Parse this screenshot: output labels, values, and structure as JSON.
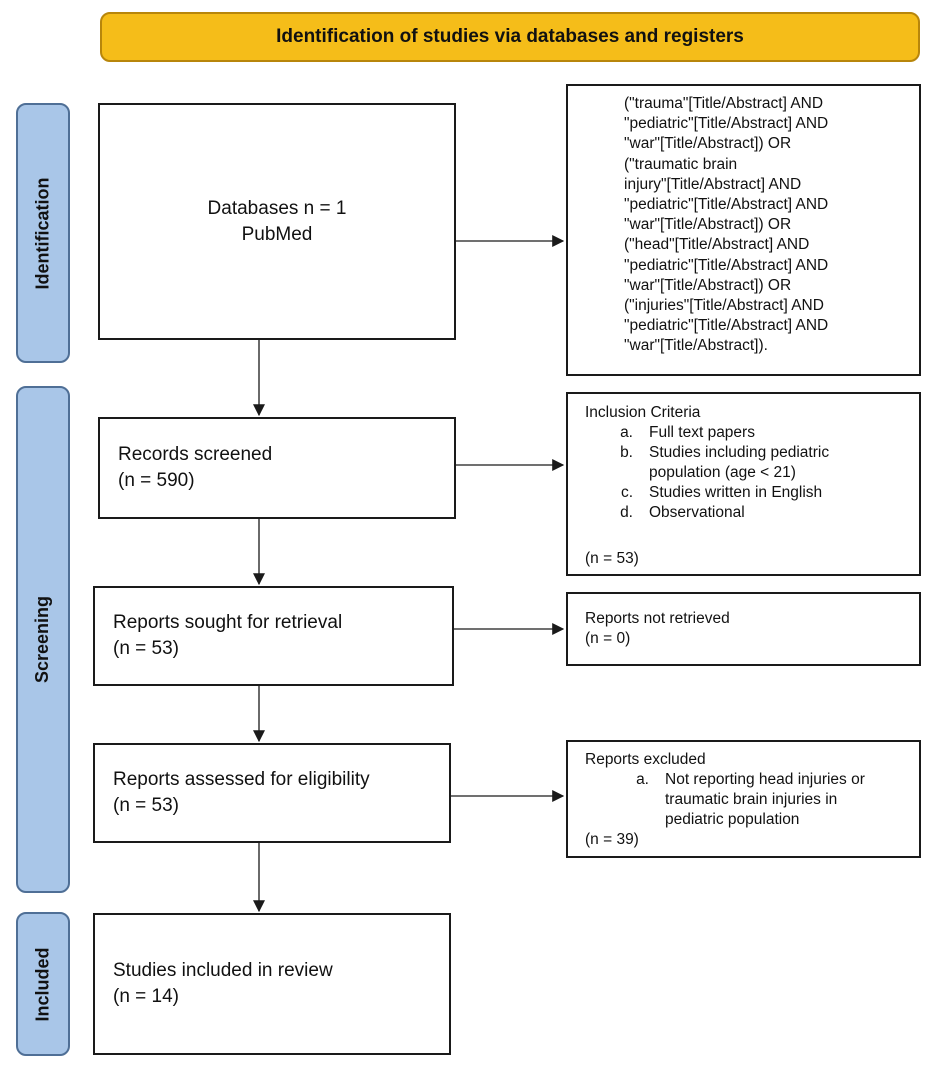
{
  "header": {
    "title": "Identification of studies via databases and registers"
  },
  "stages": {
    "identification": "Identification",
    "screening": "Screening",
    "included": "Included"
  },
  "databases": {
    "line1": "Databases n = 1",
    "line2": "PubMed"
  },
  "search_query": {
    "lines": [
      "(\"trauma\"[Title/Abstract] AND",
      "\"pediatric\"[Title/Abstract] AND",
      "\"war\"[Title/Abstract]) OR",
      "(\"traumatic brain",
      "injury\"[Title/Abstract] AND",
      "\"pediatric\"[Title/Abstract] AND",
      "\"war\"[Title/Abstract]) OR",
      "(\"head\"[Title/Abstract] AND",
      "\"pediatric\"[Title/Abstract] AND",
      "\"war\"[Title/Abstract]) OR",
      "(\"injuries\"[Title/Abstract] AND",
      "\"pediatric\"[Title/Abstract] AND",
      "\"war\"[Title/Abstract])."
    ]
  },
  "records_screened": {
    "label": "Records screened",
    "count": "(n = 590)"
  },
  "inclusion": {
    "title": "Inclusion Criteria",
    "items": [
      {
        "letter": "a.",
        "lines": [
          "Full text papers"
        ]
      },
      {
        "letter": "b.",
        "lines": [
          "Studies including pediatric",
          "population (age < 21)"
        ]
      },
      {
        "letter": "c.",
        "lines": [
          "Studies written in English"
        ]
      },
      {
        "letter": "d.",
        "lines": [
          "Observational"
        ]
      }
    ],
    "count": "(n = 53)"
  },
  "reports_sought": {
    "label": "Reports sought for retrieval",
    "count": "(n = 53)"
  },
  "not_retrieved": {
    "label": "Reports not retrieved",
    "count": "(n = 0)"
  },
  "reports_assessed": {
    "label": "Reports assessed for eligibility",
    "count": "(n = 53)"
  },
  "excluded": {
    "title": "Reports excluded",
    "items": [
      {
        "letter": "a.",
        "lines": [
          "Not reporting head injuries or",
          "traumatic brain injuries in",
          "pediatric population"
        ]
      }
    ],
    "count": "(n = 39)"
  },
  "studies_included": {
    "label": "Studies included in review",
    "count": "(n = 14)"
  }
}
